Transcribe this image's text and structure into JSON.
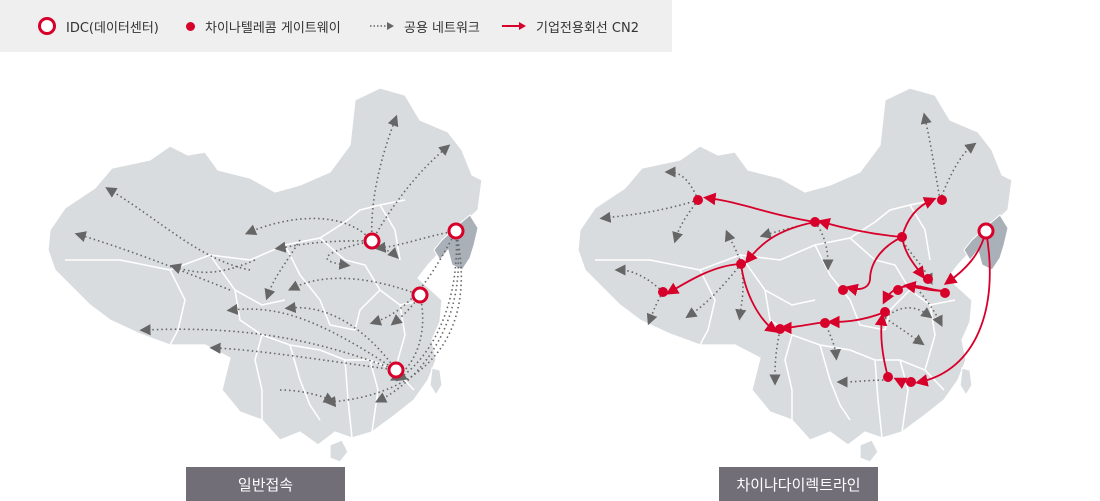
{
  "legend": {
    "idc": "IDC(데이터센터)",
    "gateway": "차이나텔레콤 게이트웨이",
    "public_network": "공용 네트워크",
    "cn2": "기업전용회선 CN2"
  },
  "maps": {
    "left_label": "일반접속",
    "right_label": "차이나다이렉트라인"
  },
  "colors": {
    "accent": "#d7002a",
    "map_fill": "#d9dcdf",
    "korea_fill": "#aab0b8",
    "dashed": "#666666",
    "label_bg": "#716e78"
  }
}
